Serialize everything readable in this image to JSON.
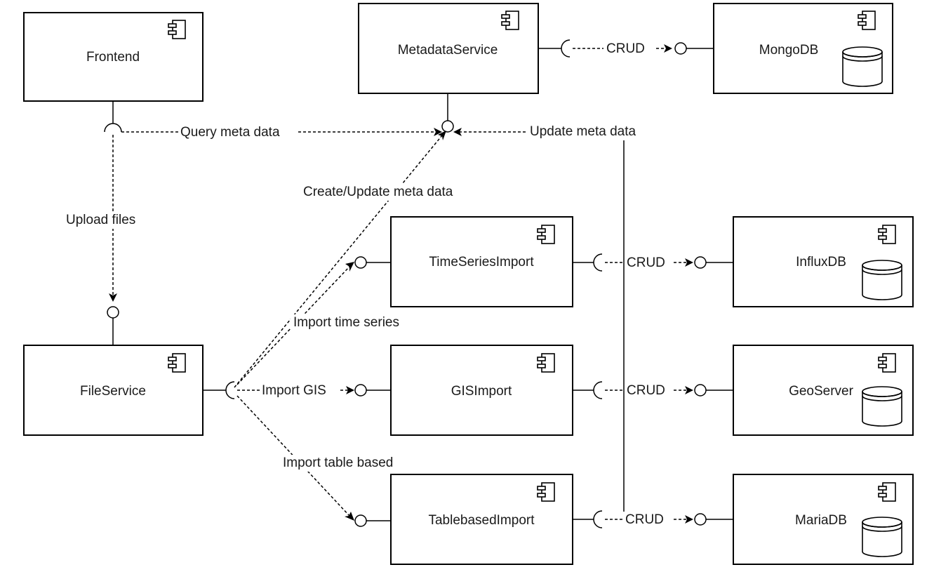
{
  "components": {
    "frontend": "Frontend",
    "metadata_service": "MetadataService",
    "mongodb": "MongoDB",
    "file_service": "FileService",
    "timeseries_import": "TimeSeriesImport",
    "influxdb": "InfluxDB",
    "gis_import": "GISImport",
    "geoserver": "GeoServer",
    "tablebased_import": "TablebasedImport",
    "mariadb": "MariaDB"
  },
  "connections": {
    "query_meta_data": "Query meta data",
    "update_meta_data": "Update meta data",
    "create_update_meta_data": "Create/Update meta data",
    "upload_files": "Upload files",
    "import_time_series": "Import time series",
    "import_gis": "Import GIS",
    "import_table_based": "Import table based",
    "crud_mongodb": "CRUD",
    "crud_influxdb": "CRUD",
    "crud_geoserver": "CRUD",
    "crud_mariadb": "CRUD"
  },
  "icons": {
    "component": "uml-component-icon",
    "database": "database-cylinder-icon"
  }
}
